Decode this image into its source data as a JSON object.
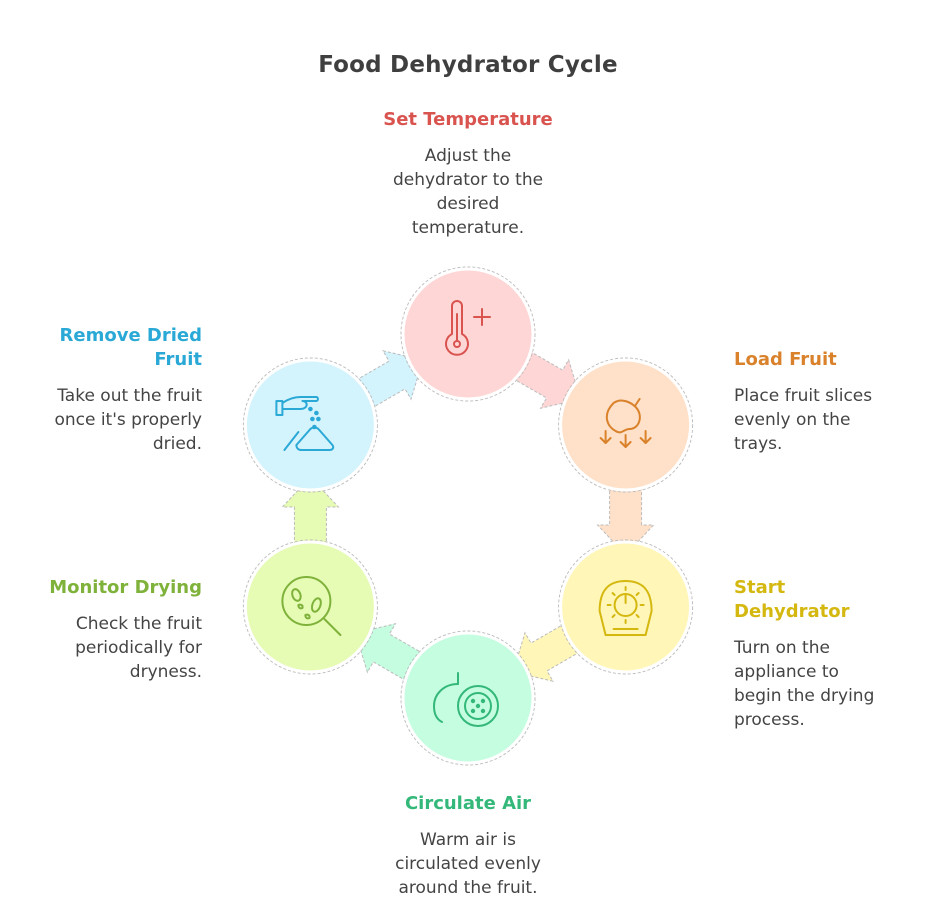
{
  "title": "Food Dehydrator Cycle",
  "steps": [
    {
      "id": "set-temperature",
      "title": "Set Temperature",
      "description": "Adjust the dehydrator to the desired temperature.",
      "lines": [
        "Adjust the",
        "dehydrator to the",
        "desired",
        "temperature."
      ],
      "icon": "thermometer-plus-icon",
      "color": "#d9534f",
      "fill": "#ffd6d6"
    },
    {
      "id": "load-fruit",
      "title": "Load Fruit",
      "description": "Place fruit slices evenly on the trays.",
      "lines": [
        "Place fruit slices",
        "evenly on the",
        "trays."
      ],
      "icon": "apple-drop-icon",
      "color": "#d9822b",
      "fill": "#ffe0c8"
    },
    {
      "id": "start-dehydrator",
      "title": "Start Dehydrator",
      "titleLines": [
        "Start",
        "Dehydrator"
      ],
      "description": "Turn on the appliance to begin the drying process.",
      "lines": [
        "Turn on the",
        "appliance to",
        "begin the drying",
        "process."
      ],
      "icon": "dehydrator-dial-icon",
      "color": "#d4b80f",
      "fill": "#fff6b8"
    },
    {
      "id": "circulate-air",
      "title": "Circulate Air",
      "description": "Warm air is circulated evenly around the fruit.",
      "lines": [
        "Warm air is",
        "circulated evenly",
        "around the fruit."
      ],
      "icon": "fruit-slice-icon",
      "color": "#34b87a",
      "fill": "#c4fde0"
    },
    {
      "id": "monitor-drying",
      "title": "Monitor Drying",
      "description": "Check the fruit periodically for dryness.",
      "lines": [
        "Check the fruit",
        "periodically for",
        "dryness."
      ],
      "icon": "magnifier-drops-icon",
      "color": "#7fb23a",
      "fill": "#e6fbb4"
    },
    {
      "id": "remove-dried-fruit",
      "title": "Remove Dried Fruit",
      "titleLines": [
        "Remove Dried",
        "Fruit"
      ],
      "description": "Take out the fruit once it's properly dried.",
      "lines": [
        "Take out the fruit",
        "once it's properly",
        "dried."
      ],
      "icon": "hand-sprinkle-icon",
      "color": "#2aa8d6",
      "fill": "#d3f3fd"
    }
  ]
}
